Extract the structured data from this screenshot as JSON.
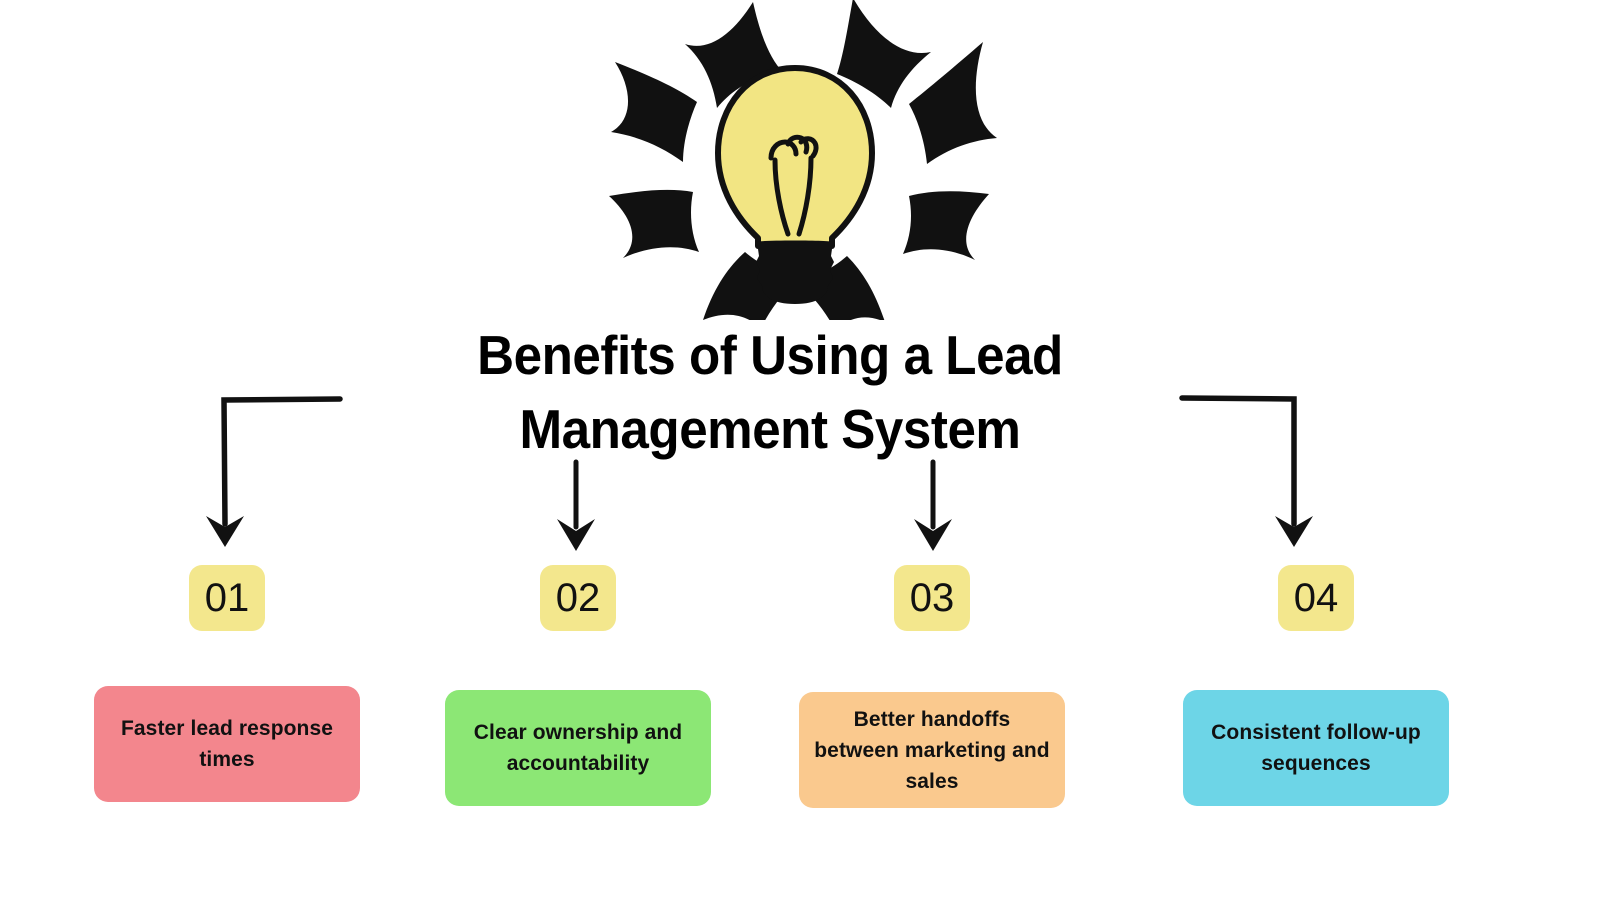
{
  "page": {
    "background": "#FFFFFF",
    "title_line1": "Benefits of Using a Lead",
    "title_line2": "Management System"
  },
  "illustration": {
    "name": "lightbulb-idea-icon",
    "bulb_color": "#F2E583",
    "outline_color": "#111111",
    "base_color": "#111111"
  },
  "items": [
    {
      "number": "01",
      "label": "Faster lead response times",
      "card_color": "#F3868D",
      "badge_color": "#F3E78D",
      "arrow": "elbow-left"
    },
    {
      "number": "02",
      "label": "Clear ownership and accountability",
      "card_color": "#8CE775",
      "badge_color": "#F3E78D",
      "arrow": "straight-down"
    },
    {
      "number": "03",
      "label": "Better handoffs between marketing and sales",
      "card_color": "#FAC98E",
      "badge_color": "#F3E78D",
      "arrow": "straight-down"
    },
    {
      "number": "04",
      "label": "Consistent follow-up sequences",
      "card_color": "#6DD5E7",
      "badge_color": "#F3E78D",
      "arrow": "elbow-right"
    }
  ]
}
